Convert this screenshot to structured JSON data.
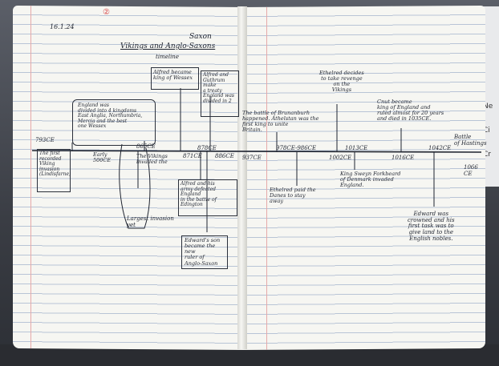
{
  "notebook": {
    "date": "16.1.24",
    "corner_mark": "②",
    "title_line1": "Saxon",
    "title_line2": "Vikings and Anglo-Saxons",
    "title_line3": "timeline",
    "right_sheet_chars": [
      "Ne",
      "Ci",
      "Cr"
    ]
  },
  "timeline": {
    "left_notes": [
      {
        "id": "alfred-king",
        "text": "Alfred became\nking of Wessex"
      },
      {
        "id": "guthrum",
        "text": "Alfred and\nGuthrum make\na treaty\nEngland was\ndivided in 2"
      },
      {
        "id": "england-kingdoms",
        "text": "England was\ndivided into 4 kingdoms\nEast Anglia, Northumbria,\nMercia and the best\none Wessex"
      },
      {
        "id": "first-invasion",
        "text": "The first\nrecorded Viking\ninvasion\n(Lindisfarne)"
      },
      {
        "id": "early-sax",
        "text": "Early\n500CE"
      },
      {
        "id": "vikings-invaded",
        "text": "The Vikings\ninvaded the"
      },
      {
        "id": "largest-invasion",
        "text": "Largest invasion\nyet"
      },
      {
        "id": "alfred-died",
        "text": "Alfred and his\narmy defeated England\nin the battle of\nEdington"
      },
      {
        "id": "edward-king",
        "text": "Edward's son\nbecame the new\nruler of\nAnglo-Saxon"
      }
    ],
    "left_dates": [
      "793CE",
      "865CE",
      "871CE",
      "878CE",
      "886CE",
      "937CE"
    ],
    "right_notes": [
      {
        "id": "ethelred-decides",
        "text": "Ethelred decides\nto take revenge\non the\nVikings"
      },
      {
        "id": "brunanburh",
        "text": "The battle of Brunanburh\nhappened. Athelstan was the\nfirst king to unite\nBritain."
      },
      {
        "id": "cnut",
        "text": "Cnut became\nking of England and\nruled almost for 20 years\nand died in 1035CE."
      },
      {
        "id": "ethelred-paid",
        "text": "Ethelred paid the\nDanes to stay\naway"
      },
      {
        "id": "sweyn",
        "text": "King Sweyn Forkbeard\nof Denmark invaded\nEngland."
      },
      {
        "id": "edward-crowned",
        "text": "Edward was\ncrowned and his\nfirst task was to\ngive land to the\nEnglish nobles."
      },
      {
        "id": "battle-hastings",
        "text": "Battle\nof Hastings"
      }
    ],
    "right_dates": [
      "978CE-986CE",
      "1002CE",
      "1013CE",
      "1016CE",
      "1042CE",
      "1066\nCE"
    ]
  },
  "colors": {
    "ink": "#1f2430",
    "paper": "#f6f6f2",
    "rule": "#b8c4d6",
    "margin": "#e6a9a9"
  }
}
